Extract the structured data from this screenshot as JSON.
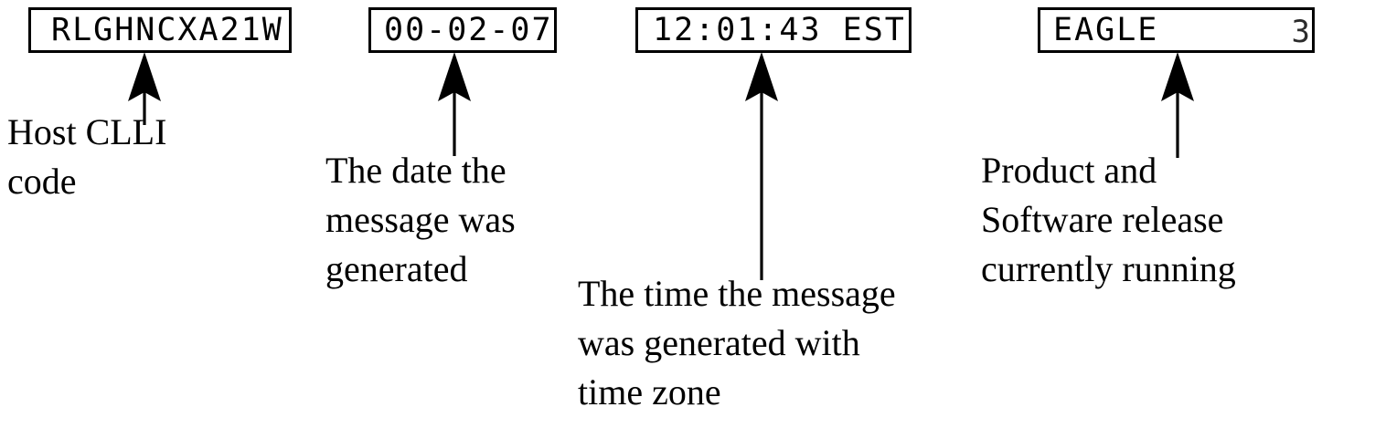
{
  "diagram": {
    "title": "Annotated message header fields",
    "background_color": "#ffffff",
    "ink_color": "#000000"
  },
  "fields": [
    {
      "key": "host_clli",
      "value": "RLGHNCXA21W",
      "caption": "Host CLLI\ncode",
      "arrow": "up-arrow-icon"
    },
    {
      "key": "date",
      "value": "00-02-07",
      "caption": "The date the\nmessage was\ngenerated",
      "arrow": "up-arrow-icon"
    },
    {
      "key": "time",
      "value": "12:01:43 EST",
      "caption": "The time the message\nwas generated with\ntime zone",
      "arrow": "up-arrow-icon"
    },
    {
      "key": "product",
      "value": "EAGLE",
      "value_clipped_fragment": "3",
      "caption": "Product  and\nSoftware release\ncurrently running",
      "arrow": "up-arrow-icon"
    }
  ]
}
